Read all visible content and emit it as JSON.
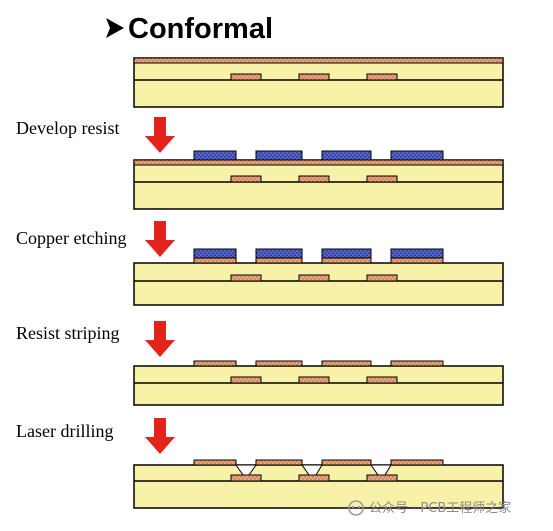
{
  "title": "Conformal",
  "steps": [
    {
      "label": ""
    },
    {
      "label": "Develop resist"
    },
    {
      "label": "Copper etching"
    },
    {
      "label": "Resist striping"
    },
    {
      "label": "Laser drilling"
    }
  ],
  "watermark": "公众号 · PCB工程师之家",
  "colors": {
    "substrate": "#f8f1a8",
    "copper": "#e0a070",
    "resist": "#4a5ac0",
    "arrow": "#e3241c",
    "outline": "#000000"
  }
}
